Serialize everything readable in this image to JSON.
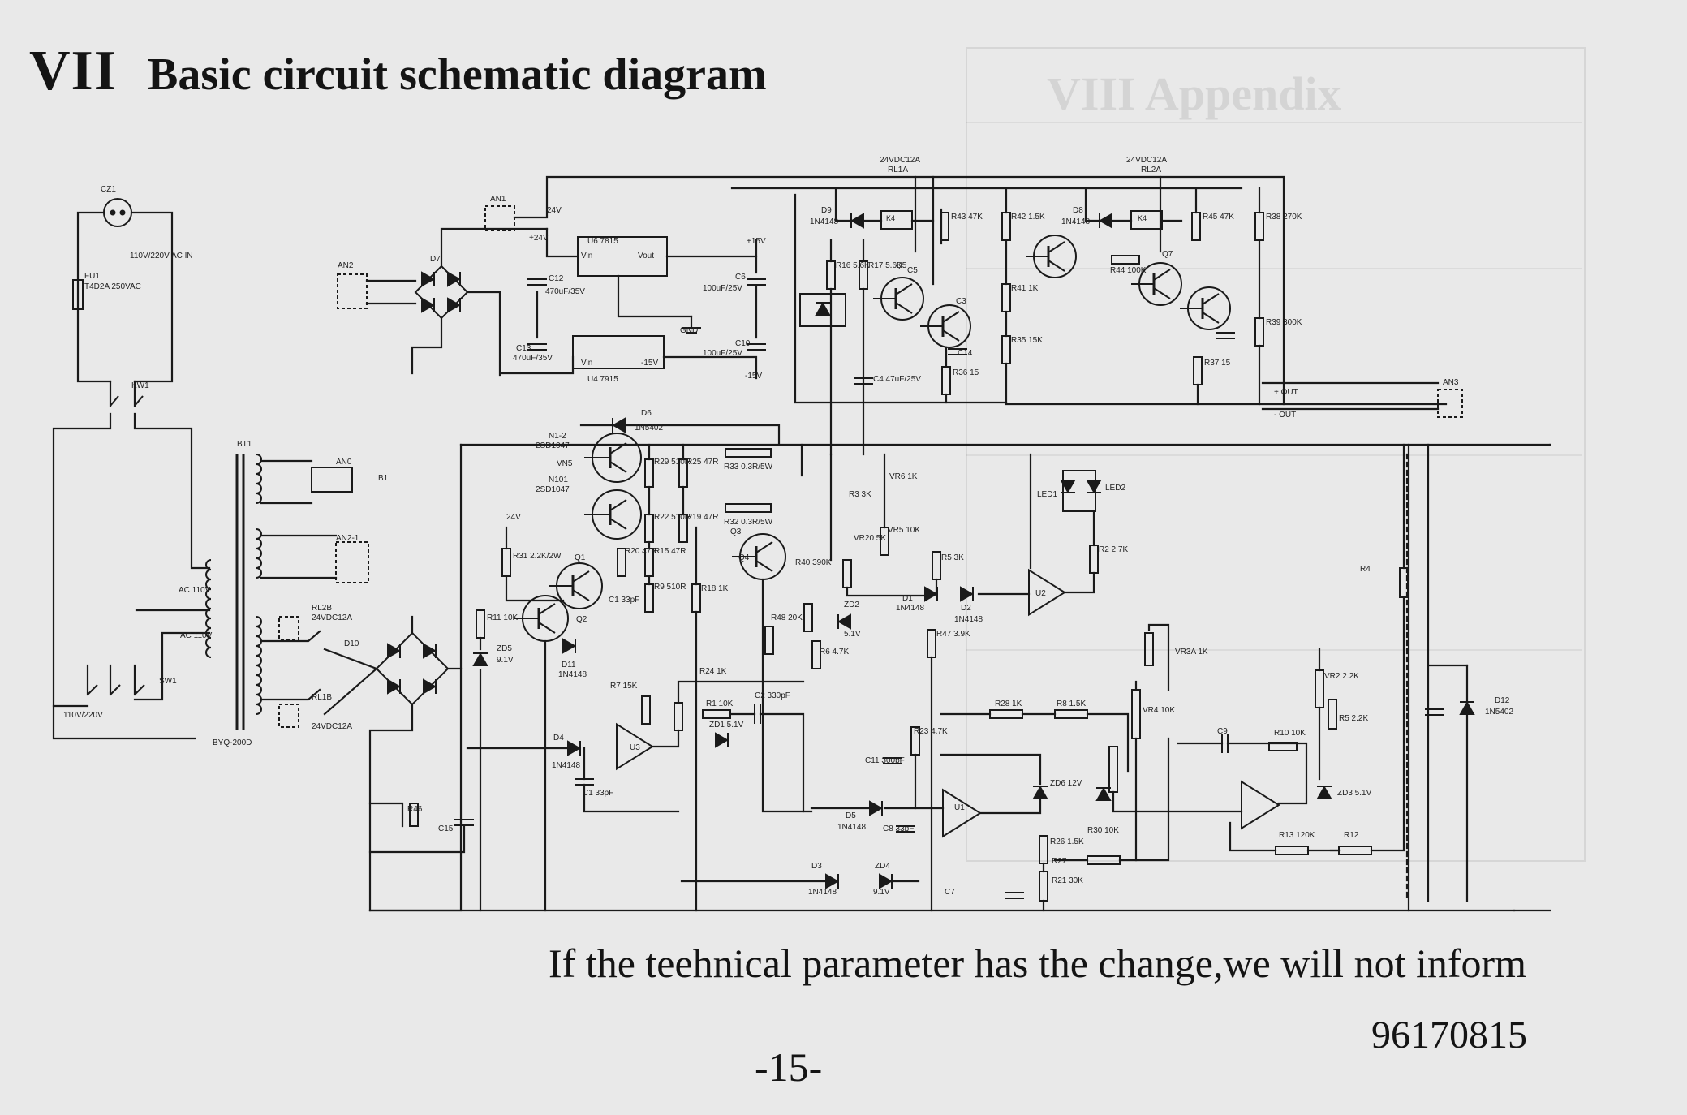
{
  "heading": {
    "number": "VII",
    "title": "Basic circuit schematic diagram"
  },
  "ghost": {
    "title": "VIII  Appendix"
  },
  "schematic": {
    "labels": {
      "cz1": "CZ1",
      "ac_in": "110V/220V AC IN",
      "fu1": "FU1",
      "fuse": "T4D2A 250VAC",
      "kw1": "KW1",
      "bt1": "BT1",
      "an0": "AN0",
      "an2_1": "AN2-1",
      "b1": "B1",
      "ac110_1": "AC 110V",
      "ac110_2": "AC 110V",
      "sw1": "SW1",
      "switch": "110V/220V",
      "byq": "BYQ-200D",
      "rl2b": "RL2B",
      "rl2b_v": "24VDC12A",
      "rl1b": "RL1B",
      "rl1b_v": "24VDC12A",
      "d10": "D10",
      "an1": "AN1",
      "an2": "AN2",
      "d7": "D7",
      "c12": "C12",
      "c12_v": "470uF/35V",
      "c13": "C13",
      "c13_v": "470uF/35V",
      "u6": "U6 7815",
      "vin1": "Vin",
      "vout1": "Vout",
      "u4": "U4 7915",
      "vin2": "Vin",
      "m15v": "-15V",
      "p24v": "+24V",
      "p15v": "+15V",
      "c6": "C6",
      "c6_v": "100uF/25V",
      "c10": "C10",
      "c10_v": "100uF/25V",
      "gnd": "GND",
      "p24v_2": "24V",
      "rl1a_v": "24VDC12A",
      "rl1a": "RL1A",
      "rl2a_v": "24VDC12A",
      "rl2a": "RL2A",
      "d9": "D9",
      "d9_v": "1N4148",
      "k4a": "K4",
      "d8": "D8",
      "d8_v": "1N4148",
      "k4b": "K4",
      "r16": "R16 5.6K",
      "r17": "R17 5.6K",
      "q5": "Q5",
      "r43": "R43 47K",
      "r42": "R42 1.5K",
      "r44": "R44 100K",
      "q7": "Q7",
      "r45": "R45 47K",
      "r38": "R38 270K",
      "r39": "R39 300K",
      "r37": "R37 15",
      "c3": "C3",
      "c4": "C4 47uF/25V",
      "c5": "C5",
      "r41": "R41 1K",
      "r35": "R35 15K",
      "r36": "R36 15",
      "c14": "C14",
      "an3": "AN3",
      "sig1": "+ OUT",
      "sig2": "- OUT",
      "d6": "D6",
      "d6_v": "1N5402",
      "n1_2": "N1-2",
      "n1_2_v": "2SD1047",
      "vn5": "VN5",
      "n101": "N101",
      "n101_v": "2SD1047",
      "r29": "R29 510R",
      "r25": "R25 47R",
      "r33": "R33 0.3R/5W",
      "r32": "R32 0.3R/5W",
      "r22": "R22 510R",
      "r19": "R19 47R",
      "q3": "Q3",
      "q4": "Q4",
      "r31": "R31 2.2K/2W",
      "r20": "R20 47R",
      "r15": "R15 47R",
      "r9": "R9 510R",
      "r18": "R18 1K",
      "r11": "R11 10K",
      "q1": "Q1",
      "q2": "Q2",
      "zd5": "ZD5",
      "zd5_v": "9.1V",
      "d11": "D11",
      "d11_v": "1N4148",
      "r7": "R7 15K",
      "r24": "R24 1K",
      "r1": "R1 10K",
      "c2": "C2 330pF",
      "zd1": "ZD1 5.1V",
      "d4": "D4",
      "d4_v": "1N4148",
      "c1": "C1 33pF",
      "u3": "U3",
      "r3": "R3 3K",
      "vr20": "VR20 5K",
      "r40": "R40 390K",
      "vr6": "VR6 1K",
      "vr5": "VR5 10K",
      "r5": "R5 3K",
      "r47": "R47 3.9K",
      "d1": "D1",
      "d1_v": "1N4148",
      "d2": "D2",
      "d2_v": "1N4148",
      "u2": "U2",
      "r2": "R2 2.7K",
      "led1": "LED1",
      "led2": "LED2",
      "zd2": "ZD2",
      "zd2_v": "5.1V",
      "r6": "R6 4.7K",
      "r48": "R48 20K",
      "vr3a": "VR3A 1K",
      "vr4": "VR4 10K",
      "r28": "R28 1K",
      "r8": "R8 1.5K",
      "c9": "C9",
      "r10": "R10 10K",
      "vr2": "VR2 2.2K",
      "r5b": "R5 2.2K",
      "zd3": "ZD3 5.1V",
      "u1": "U1",
      "c11": "C11 300pF",
      "r23": "R23 4.7K",
      "zd6": "ZD6 12V",
      "r26": "R26 1.5K",
      "r30": "R30 10K",
      "r27": "R27",
      "r21": "R21 30K",
      "c7": "C7",
      "d5": "D5",
      "d5_v": "1N4148",
      "c8": "C8 33pF",
      "d3": "D3",
      "d3_v": "1N4148",
      "zd4": "ZD4",
      "zd4_v": "9.1V",
      "r13": "R13 120K",
      "r12": "R12",
      "r4": "R4",
      "d12": "D12",
      "d12_v": "1N5402",
      "r46": "R46",
      "c15": "C15"
    }
  },
  "footer": {
    "note": "If the teehnical parameter has the change,we will not inform",
    "doc_number": "96170815",
    "page_number": "-15-"
  }
}
